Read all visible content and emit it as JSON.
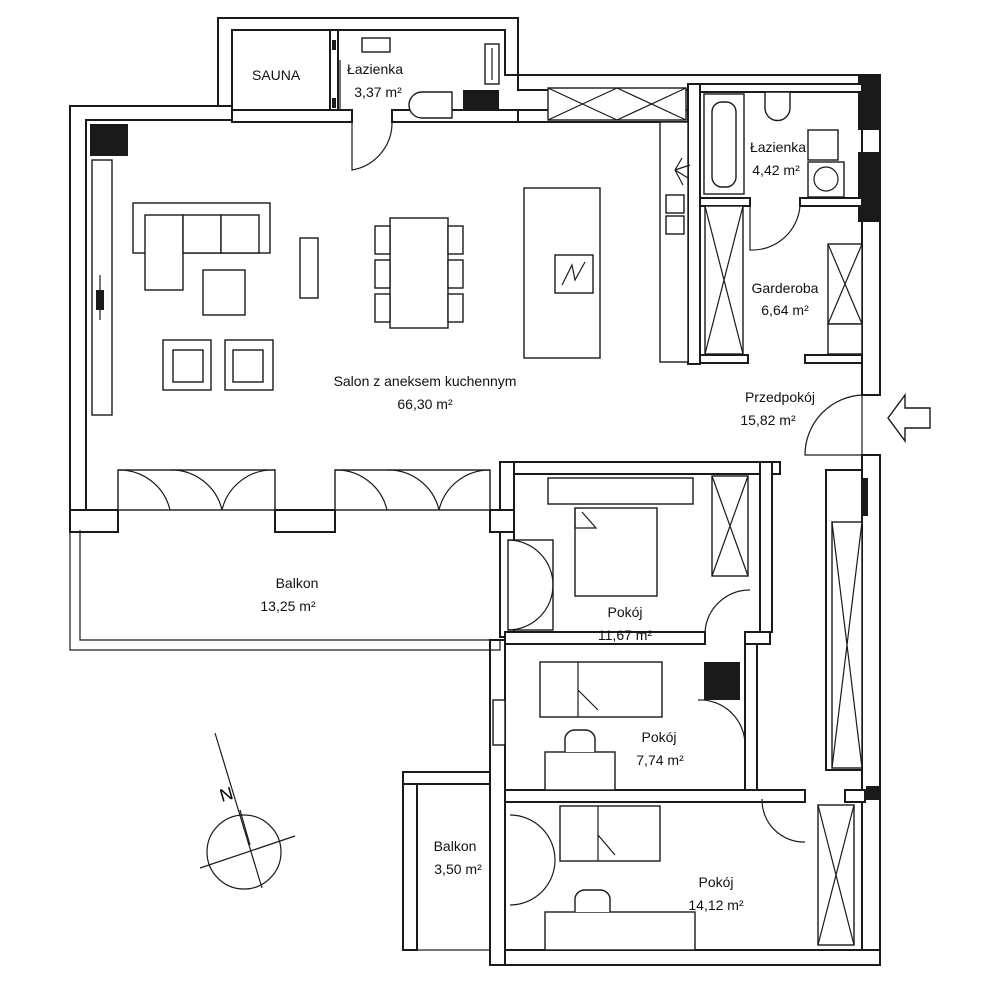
{
  "rooms": [
    {
      "id": "sauna",
      "name": "SAUNA",
      "area": ""
    },
    {
      "id": "bath1",
      "name": "Łazienka",
      "area": "3,37 m²"
    },
    {
      "id": "salon",
      "name": "Salon z aneksem kuchennym",
      "area": "66,30 m²"
    },
    {
      "id": "bath2",
      "name": "Łazienka",
      "area": "4,42 m²"
    },
    {
      "id": "garderoba",
      "name": "Garderoba",
      "area": "6,64 m²"
    },
    {
      "id": "przedpokoj",
      "name": "Przedpokój",
      "area": "15,82 m²"
    },
    {
      "id": "balkon1",
      "name": "Balkon",
      "area": "13,25 m²"
    },
    {
      "id": "pokoj1",
      "name": "Pokój",
      "area": "11,67 m²"
    },
    {
      "id": "pokoj2",
      "name": "Pokój",
      "area": "7,74 m²"
    },
    {
      "id": "balkon2",
      "name": "Balkon",
      "area": "3,50 m²"
    },
    {
      "id": "pokoj3",
      "name": "Pokój",
      "area": "14,12 m²"
    }
  ],
  "compass": {
    "label": "N"
  }
}
